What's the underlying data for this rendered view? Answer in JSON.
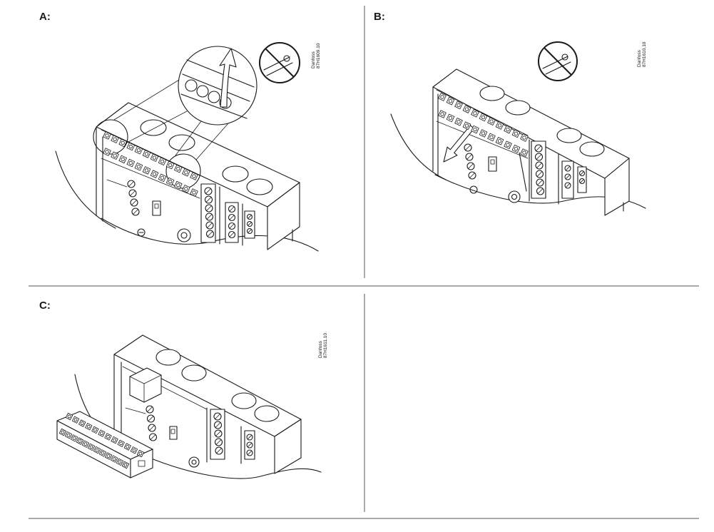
{
  "panels": [
    {
      "label": "A:",
      "code_brand": "Danfoss",
      "code": "87H1609.10"
    },
    {
      "label": "B:",
      "code_brand": "Danfoss",
      "code": "87H1610.10"
    },
    {
      "label": "C:",
      "code_brand": "Danfoss",
      "code": "87H1611.10"
    }
  ],
  "icons": {
    "prohibited": "prohibited-icon",
    "direction": "arrow-icon",
    "detail": "magnifier-icon"
  },
  "colors": {
    "line": "#1a1a1a",
    "divider": "#555555",
    "background": "#ffffff"
  }
}
